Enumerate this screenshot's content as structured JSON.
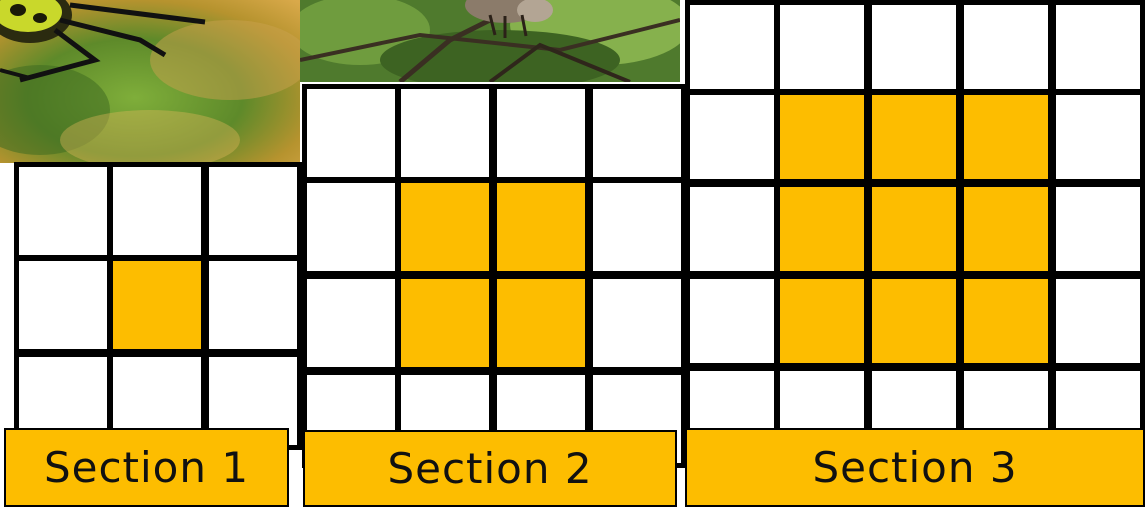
{
  "colors": {
    "filled": "#fdbd00",
    "empty": "#ffffff",
    "border": "#000000"
  },
  "photos": [
    {
      "name": "spider-photo",
      "subject": "yellow and black garden spider on web"
    },
    {
      "name": "squirrel-photo",
      "subject": "squirrel on tree branch among leaves"
    }
  ],
  "sections": [
    {
      "label": "Section 1",
      "grid": [
        [
          0,
          0,
          0
        ],
        [
          0,
          1,
          0
        ],
        [
          0,
          0,
          0
        ]
      ]
    },
    {
      "label": "Section 2",
      "grid": [
        [
          0,
          0,
          0,
          0
        ],
        [
          0,
          1,
          1,
          0
        ],
        [
          0,
          1,
          1,
          0
        ],
        [
          0,
          0,
          0,
          0
        ]
      ]
    },
    {
      "label": "Section 3",
      "grid": [
        [
          0,
          0,
          0,
          0,
          0
        ],
        [
          0,
          1,
          1,
          1,
          0
        ],
        [
          0,
          1,
          1,
          1,
          0
        ],
        [
          0,
          1,
          1,
          1,
          0
        ],
        [
          0,
          0,
          0,
          0,
          0
        ]
      ]
    }
  ]
}
